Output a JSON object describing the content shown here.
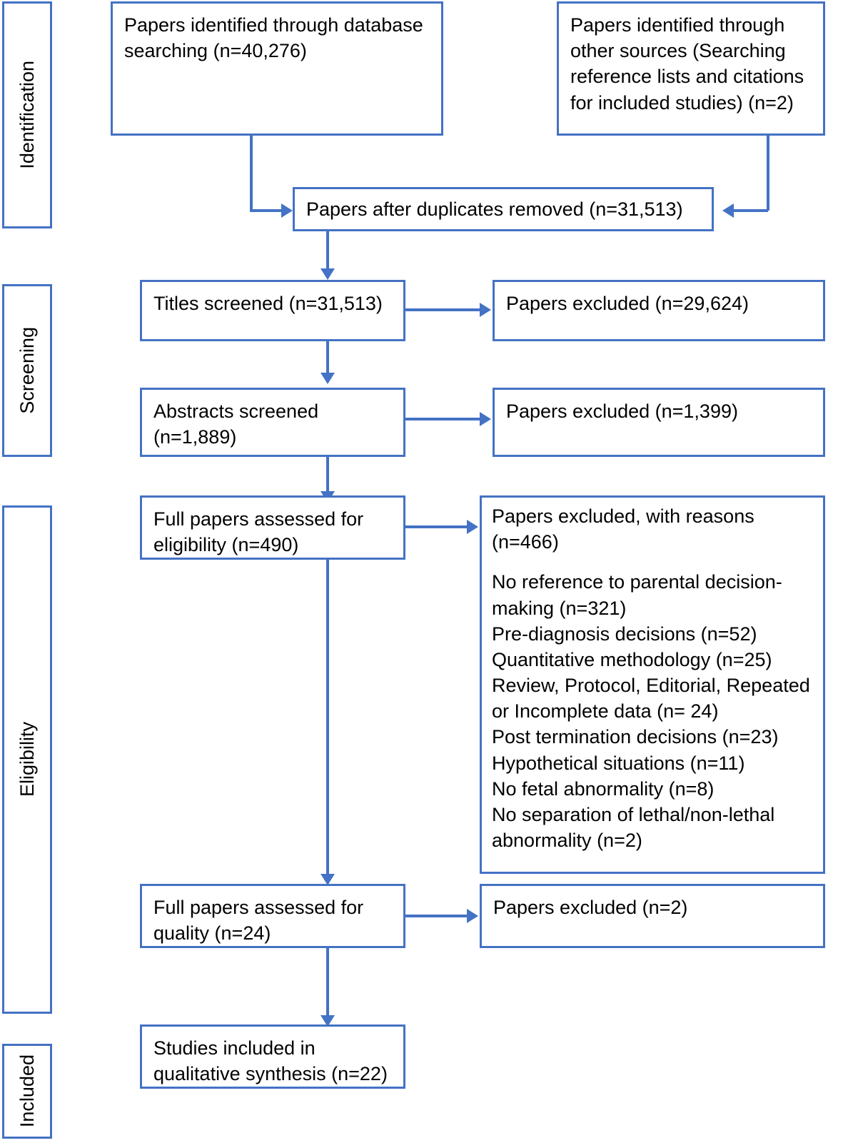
{
  "diagram": {
    "type": "prisma-flow-diagram",
    "accent_color": "#4472C4",
    "text_color": "#000000",
    "background_color": "#FFFFFF"
  },
  "stages": [
    {
      "id": "identification",
      "label": "Identification"
    },
    {
      "id": "screening",
      "label": "Screening"
    },
    {
      "id": "eligibility",
      "label": "Eligibility"
    },
    {
      "id": "included",
      "label": "Included"
    }
  ],
  "boxes": {
    "database_searching": "Papers identified through database searching (n=40,276)",
    "other_sources": "Papers identified through other sources (Searching reference lists and citations for included studies) (n=2)",
    "duplicates_removed": "Papers after duplicates removed (n=31,513)",
    "titles_screened": "Titles screened (n=31,513)",
    "titles_excluded": "Papers excluded (n=29,624)",
    "abstracts_screened": "Abstracts screened (n=1,889)",
    "abstracts_excluded": "Papers excluded (n=1,399)",
    "fulltext_eligibility": "Full papers assessed for eligibility (n=490)",
    "excluded_reasons_heading": "Papers excluded, with reasons (n=466)",
    "excluded_reasons_list": [
      "No reference to parental decision-making (n=321)",
      "Pre-diagnosis decisions (n=52)",
      "Quantitative methodology (n=25)",
      "Review, Protocol, Editorial, Repeated or Incomplete data (n= 24)",
      "Post termination decisions (n=23)",
      "Hypothetical situations (n=11)",
      "No fetal abnormality (n=8)",
      "No separation of lethal/non-lethal abnormality (n=2)"
    ],
    "fulltext_quality": "Full papers assessed for quality (n=24)",
    "quality_excluded": "Papers excluded (n=2)",
    "included_studies": "Studies included in qualitative synthesis (n=22)"
  },
  "counts": {
    "database_searching": 40276,
    "other_sources": 2,
    "after_duplicates": 31513,
    "titles_screened": 31513,
    "titles_excluded": 29624,
    "abstracts_screened": 1889,
    "abstracts_excluded": 1399,
    "fulltext_eligibility": 490,
    "fulltext_excluded": 466,
    "fulltext_quality": 24,
    "quality_excluded": 2,
    "included_studies": 22
  }
}
